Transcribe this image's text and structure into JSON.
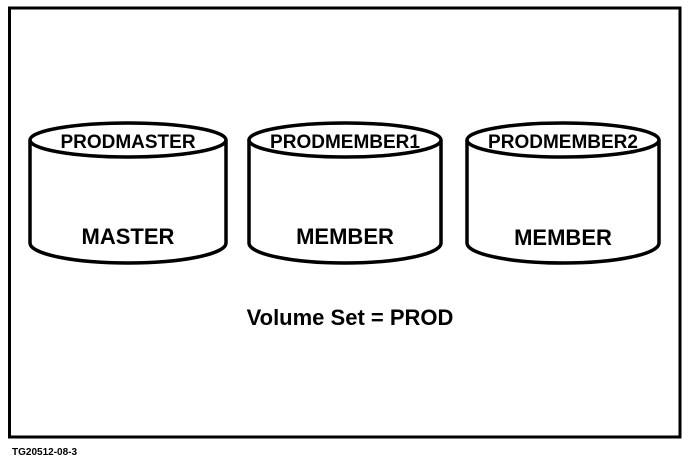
{
  "volume_set_label": "Volume Set = PROD",
  "figure_id": "TG20512-08-3",
  "volumes": [
    {
      "name": "PRODMASTER",
      "role": "MASTER"
    },
    {
      "name": "PRODMEMBER1",
      "role": "MEMBER"
    },
    {
      "name": "PRODMEMBER2",
      "role": "MEMBER"
    }
  ],
  "colors": {
    "line": "#000000",
    "background": "#ffffff"
  }
}
